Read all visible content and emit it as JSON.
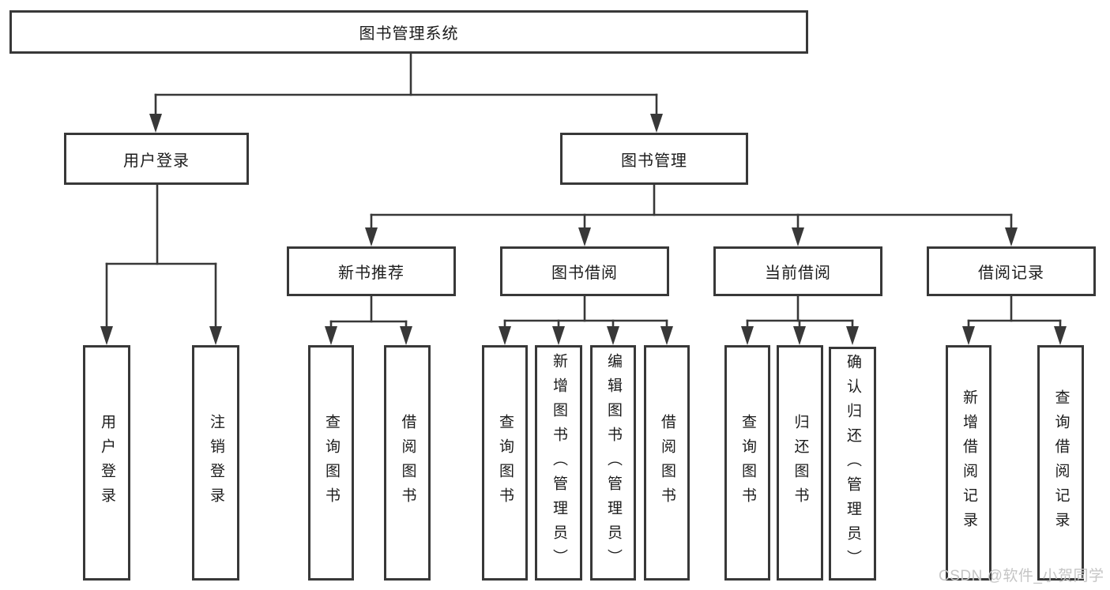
{
  "title": {
    "label": "图书管理系统"
  },
  "level2": {
    "user_login": "用户登录",
    "book_management": "图书管理"
  },
  "level3": {
    "new_books": "新书推荐",
    "borrowing": "图书借阅",
    "current": "当前借阅",
    "records": "借阅记录"
  },
  "leaves": {
    "user_login": [
      "用户登录",
      "注销登录"
    ],
    "new_books": [
      "查询图书",
      "借阅图书"
    ],
    "borrowing": [
      "查询图书",
      "新增图书（管理员）",
      "编辑图书（管理员）",
      "借阅图书"
    ],
    "current": [
      "查询图书",
      "归还图书",
      "确认归还（管理员）"
    ],
    "records": [
      "新增借阅记录",
      "查询借阅记录"
    ]
  },
  "watermark": "CSDN @软件_小贺同学",
  "colors": {
    "line": "#383838",
    "text": "#1c1c1c",
    "watermark": "#c5c5c5",
    "background": "#ffffff"
  }
}
